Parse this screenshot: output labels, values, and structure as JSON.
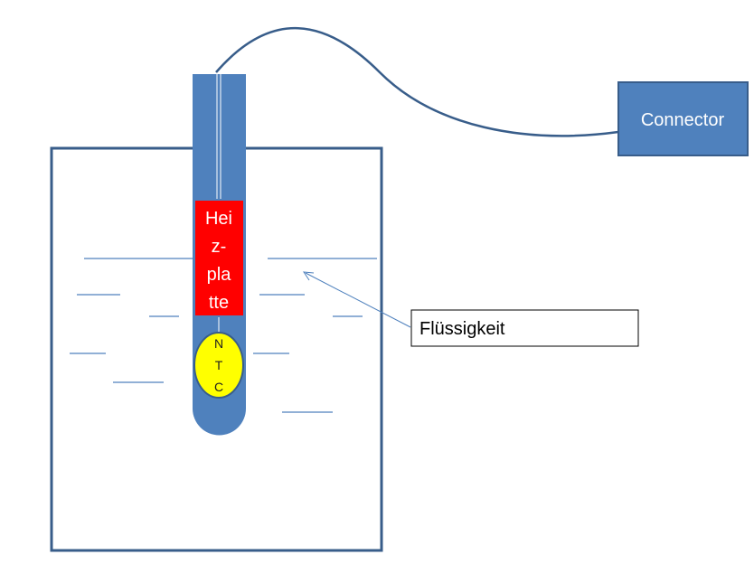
{
  "heater": {
    "lines": [
      "Hei",
      "z-",
      "pla",
      "tte"
    ],
    "color": "#ff0000"
  },
  "ntc": {
    "letters": [
      "N",
      "T",
      "C"
    ],
    "color": "#ffff00"
  },
  "connector": {
    "label": "Connector",
    "color": "#4f81bd"
  },
  "liquid_callout": {
    "label": "Flüssigkeit"
  },
  "colors": {
    "probe": "#4f81bd",
    "outline": "#385d8a",
    "container_border": "#385d8a"
  }
}
